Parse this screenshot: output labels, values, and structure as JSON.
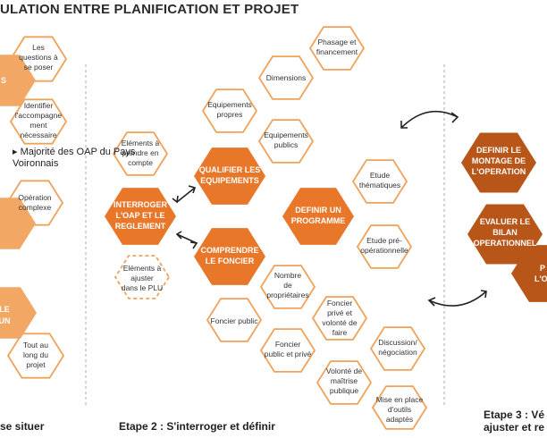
{
  "title": "ULATION ENTRE PLANIFICATION ET PROJET",
  "etapes": {
    "etape1": "se situer",
    "etape2": "Etape 2 : S'interroger et définir",
    "etape3_line1": "Etape 3 : Vé",
    "etape3_line2": "ajuster et re"
  },
  "side_label": "Majorité des OAP du Pays Voironnais",
  "colors": {
    "solid": "#e8772a",
    "solid_dark": "#b8561a",
    "outline": "#f0a25a",
    "left_solid": "#f2a765"
  },
  "nodes": {
    "left_questions": "Les questions à se poser",
    "left_identifier": "Identifier l'accompagnement nécessaire",
    "left_operation": "Opération complexe",
    "left_tout": "Tout au long du projet",
    "left_s": "S",
    "left_le": "LE",
    "left_un": "UN",
    "elements_prendre": "Eléments à prendre en compte",
    "interroger": "INTERROGER L'OAP ET LE REGLEMENT",
    "elements_ajuster": "Eléments à ajuster dans le PLU",
    "qualifier": "QUALIFIER LES EQUIPEMENTS",
    "comprendre": "COMPRENDRE LE FONCIER",
    "equip_propres": "Equipements propres",
    "equip_publics": "Equipements publics",
    "dimensions": "Dimensions",
    "phasage": "Phasage et financement",
    "definir_prog": "DEFINIR UN PROGRAMME",
    "etude_thema": "Etude thématiques",
    "etude_preop": "Etude pré-opérationnelle",
    "nombre_prop": "Nombre de propriétaires",
    "foncier_public": "Foncier public",
    "foncier_pp": "Foncier public et privé",
    "foncier_volonte": "Foncier privé et volonté de faire",
    "volonte_maitrise": "Volonté de maîtrise publique",
    "discussion": "Discussion/ négociation",
    "mise_place": "Mise en place d'outils adaptés",
    "definir_montage": "DEFINIR LE MONTAGE DE L'OPERATION",
    "evaluer_bilan": "EVALUER LE BILAN OPERATIONNEL",
    "right_partial": "P L'O"
  }
}
